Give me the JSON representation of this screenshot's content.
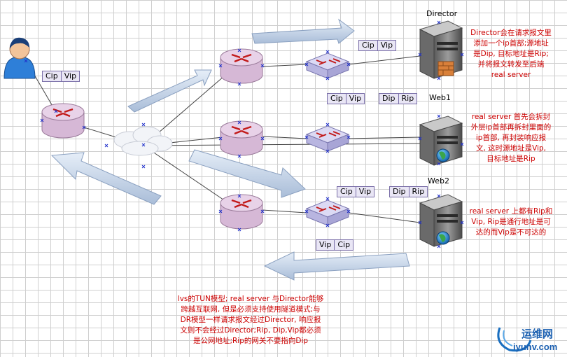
{
  "nodes": {
    "director": "Director",
    "web1": "Web1",
    "web2": "Web2"
  },
  "packets": {
    "client": [
      "Cip",
      "Vip"
    ],
    "director_in": [
      "Cip",
      "Vip"
    ],
    "web1_inner": [
      "Cip",
      "Vip"
    ],
    "web1_outer": [
      "Dip",
      "Rip"
    ],
    "web2_inner": [
      "Cip",
      "Vip"
    ],
    "web2_outer": [
      "Dip",
      "Rip"
    ],
    "response": [
      "Vip",
      "Cip"
    ]
  },
  "notes": {
    "director": [
      "Director会在请求报文里",
      "添加一个ip首部;源地址",
      "是Dip, 目标地址是Rip;",
      "并将报文转发至后端",
      "real server"
    ],
    "web1": [
      "real server 首先会拆封",
      "外层ip首部再拆封里面的",
      "ip首部, 再封装响应报",
      "文, 这时源地址是Vip,",
      "目标地址是Rip"
    ],
    "web2": [
      "real server 上都有Rip和",
      "Vip, Rip是通行地址是可",
      "达的而Vip是不可达的"
    ],
    "bottom": [
      "lvs的TUN模型; real server 与Director能够",
      "跨越互联网, 但是必须支持使用隧道模式;与",
      "DR模型一样请求报文经过Director, 响应报",
      "文则不会经过Director;Rip, Dip,Vip都必须",
      "是公网地址;Rip的网关不要指向Dip"
    ]
  },
  "watermark": {
    "site_cn": "运维网",
    "site_url": "iyunv.com"
  },
  "colors": {
    "note_text": "#cc0000",
    "arrow_fill": "#c8d6ea",
    "packet_border": "#7a6fa8",
    "router": "#e2c8e2",
    "switch": "#c9c8ec"
  }
}
